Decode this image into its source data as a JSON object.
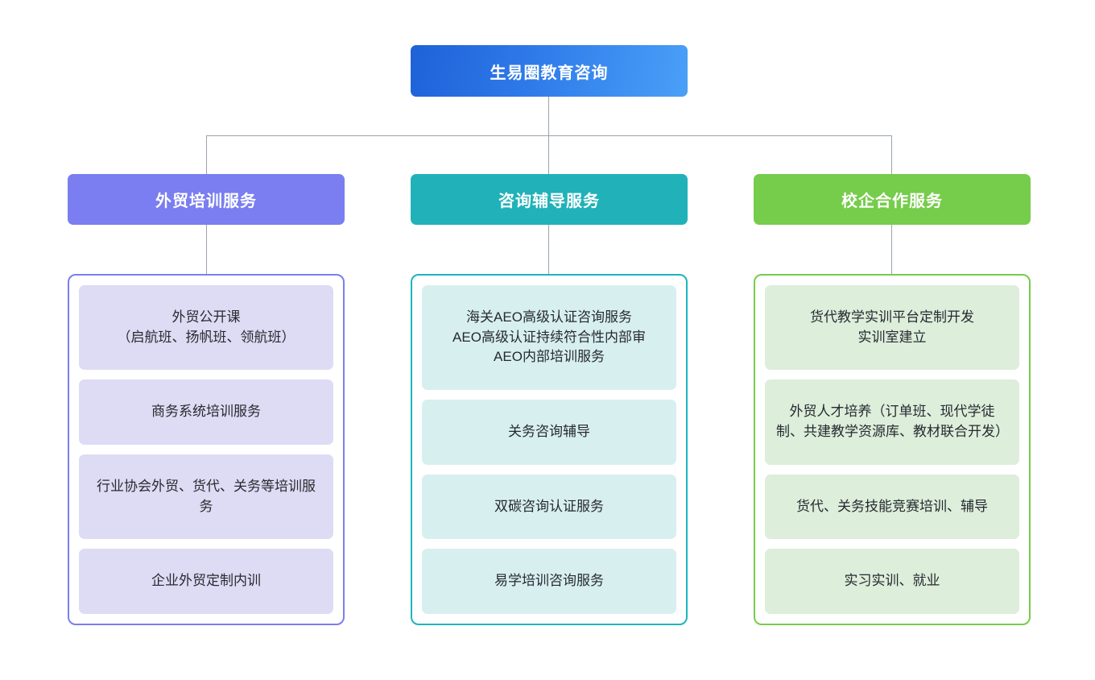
{
  "diagram": {
    "type": "organization-tree",
    "root": {
      "label": "生易圈教育咨询",
      "color_start": "#1f62d8",
      "color_end": "#4aa0f7",
      "text_color": "#ffffff"
    },
    "connector_color": "#9aa3ad",
    "branches": [
      {
        "label": "外贸培训服务",
        "header_color": "#7a7ef0",
        "container_border": "#7a7ef0",
        "card_bg": "#dedcf4",
        "items": [
          "外贸公开课\n（启航班、扬帆班、领航班）",
          "商务系统培训服务",
          "行业协会外贸、货代、关务等培训服务",
          "企业外贸定制内训"
        ]
      },
      {
        "label": "咨询辅导服务",
        "header_color": "#20b2b8",
        "container_border": "#1cb5bd",
        "card_bg": "#d8eff0",
        "items": [
          "海关AEO高级认证咨询服务\nAEO高级认证持续符合性内部审\nAEO内部培训服务",
          "关务咨询辅导",
          "双碳咨询认证服务",
          "易学培训咨询服务"
        ]
      },
      {
        "label": "校企合作服务",
        "header_color": "#76cc4b",
        "container_border": "#76cc4b",
        "card_bg": "#ddeedb",
        "items": [
          "货代教学实训平台定制开发\n实训室建立",
          "外贸人才培养（订单班、现代学徒制、共建教学资源库、教材联合开发）",
          "货代、关务技能竞赛培训、辅导",
          "实习实训、就业"
        ]
      }
    ]
  }
}
